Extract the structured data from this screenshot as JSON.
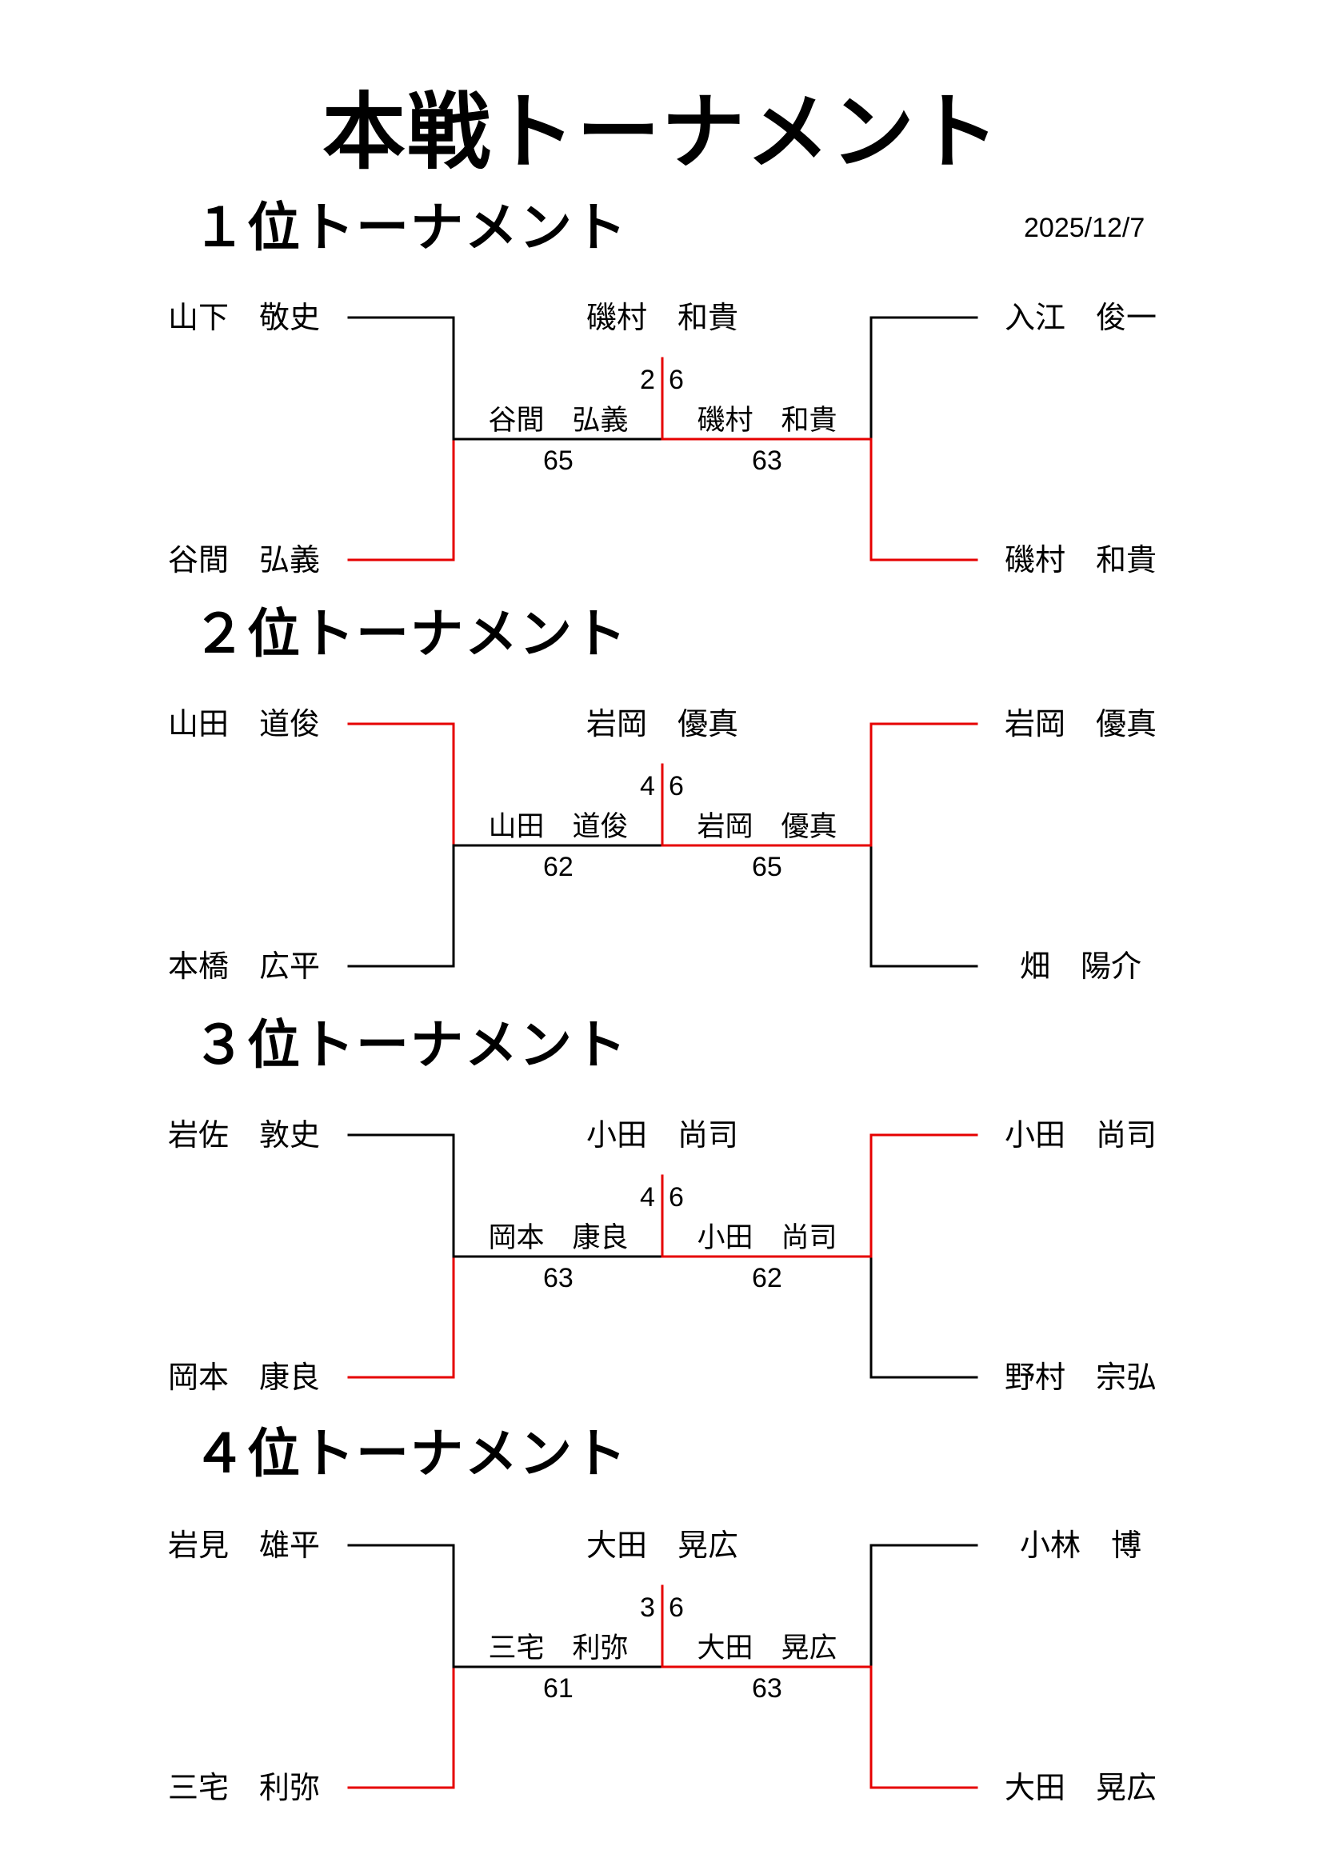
{
  "title": "本戦トーナメント",
  "date": "2025/12/7",
  "colors": {
    "winner": "#e60000",
    "line": "#000000"
  },
  "sections": [
    {
      "heading": "１位トーナメント",
      "champion": "磯村　和貴",
      "left": {
        "top": "山下　敬史",
        "bottom": "谷間　弘義",
        "winner": "bottom",
        "finalist": "谷間　弘義",
        "final_score": "2",
        "semi_score": "65"
      },
      "right": {
        "top": "入江　俊一",
        "bottom": "磯村　和貴",
        "winner": "bottom",
        "finalist": "磯村　和貴",
        "final_score": "6",
        "semi_score": "63"
      },
      "final_winner": "right"
    },
    {
      "heading": "２位トーナメント",
      "champion": "岩岡　優真",
      "left": {
        "top": "山田　道俊",
        "bottom": "本橋　広平",
        "winner": "top",
        "finalist": "山田　道俊",
        "final_score": "4",
        "semi_score": "62"
      },
      "right": {
        "top": "岩岡　優真",
        "bottom": "畑　陽介",
        "winner": "top",
        "finalist": "岩岡　優真",
        "final_score": "6",
        "semi_score": "65"
      },
      "final_winner": "right"
    },
    {
      "heading": "３位トーナメント",
      "champion": "小田　尚司",
      "left": {
        "top": "岩佐　敦史",
        "bottom": "岡本　康良",
        "winner": "bottom",
        "finalist": "岡本　康良",
        "final_score": "4",
        "semi_score": "63"
      },
      "right": {
        "top": "小田　尚司",
        "bottom": "野村　宗弘",
        "winner": "top",
        "finalist": "小田　尚司",
        "final_score": "6",
        "semi_score": "62"
      },
      "final_winner": "right"
    },
    {
      "heading": "４位トーナメント",
      "champion": "大田　晃広",
      "left": {
        "top": "岩見　雄平",
        "bottom": "三宅　利弥",
        "winner": "bottom",
        "finalist": "三宅　利弥",
        "final_score": "3",
        "semi_score": "61"
      },
      "right": {
        "top": "小林　博",
        "bottom": "大田　晃広",
        "winner": "bottom",
        "finalist": "大田　晃広",
        "final_score": "6",
        "semi_score": "63"
      },
      "final_winner": "right"
    }
  ]
}
